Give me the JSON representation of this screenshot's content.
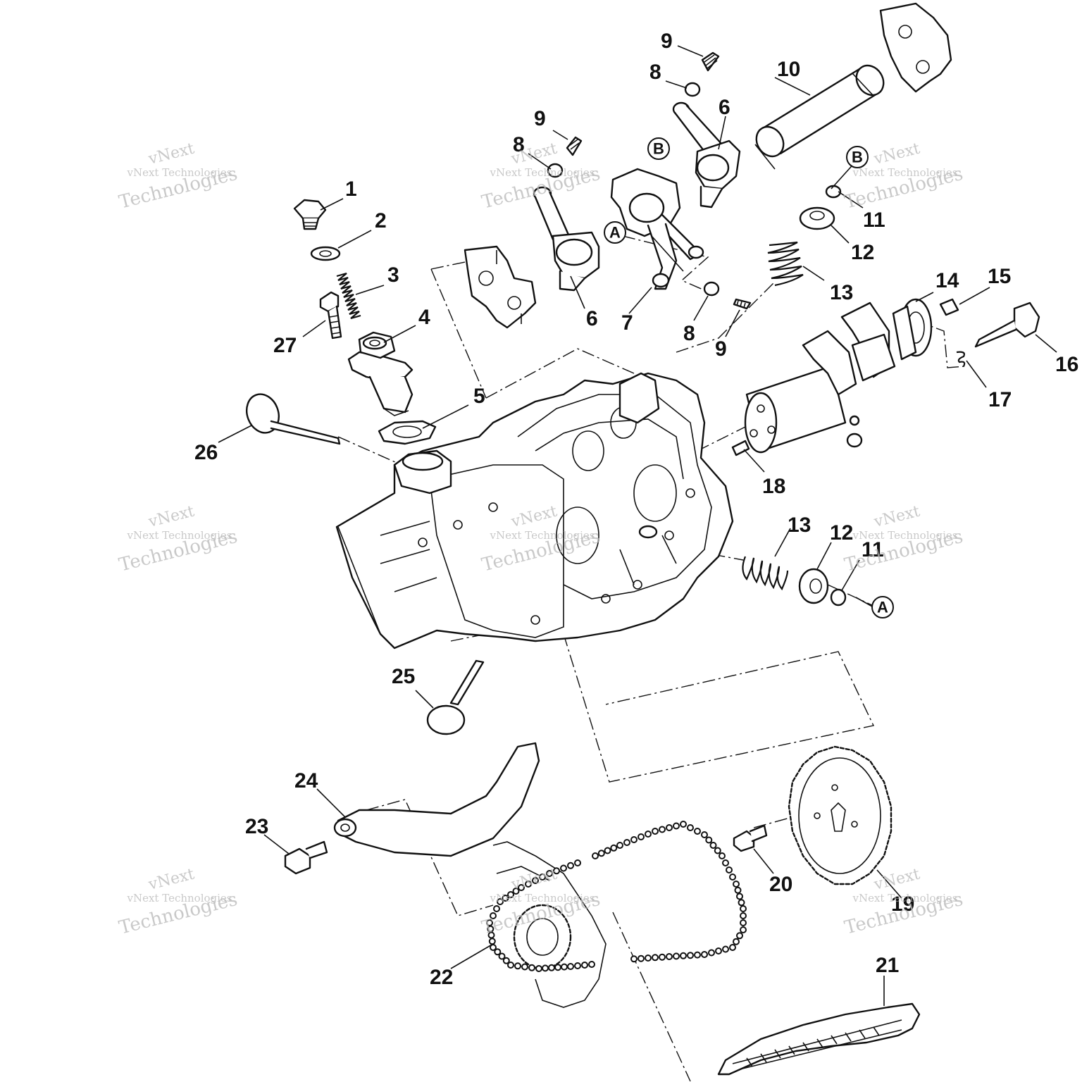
{
  "callouts": [
    {
      "label": "1"
    },
    {
      "label": "2"
    },
    {
      "label": "3"
    },
    {
      "label": "4"
    },
    {
      "label": "5"
    },
    {
      "label": "6"
    },
    {
      "label": "6"
    },
    {
      "label": "7"
    },
    {
      "label": "8"
    },
    {
      "label": "8"
    },
    {
      "label": "8"
    },
    {
      "label": "9"
    },
    {
      "label": "9"
    },
    {
      "label": "9"
    },
    {
      "label": "10"
    },
    {
      "label": "11"
    },
    {
      "label": "11"
    },
    {
      "label": "12"
    },
    {
      "label": "12"
    },
    {
      "label": "13"
    },
    {
      "label": "13"
    },
    {
      "label": "14"
    },
    {
      "label": "15"
    },
    {
      "label": "16"
    },
    {
      "label": "17"
    },
    {
      "label": "18"
    },
    {
      "label": "19"
    },
    {
      "label": "20"
    },
    {
      "label": "21"
    },
    {
      "label": "22"
    },
    {
      "label": "23"
    },
    {
      "label": "24"
    },
    {
      "label": "25"
    },
    {
      "label": "26"
    },
    {
      "label": "27"
    }
  ],
  "refs": [
    {
      "label": "A"
    },
    {
      "label": "A"
    },
    {
      "label": "B"
    },
    {
      "label": "B"
    }
  ],
  "watermark": {
    "line1": "vNext",
    "line2": "vNext Technologies",
    "line3": "Technologies"
  }
}
